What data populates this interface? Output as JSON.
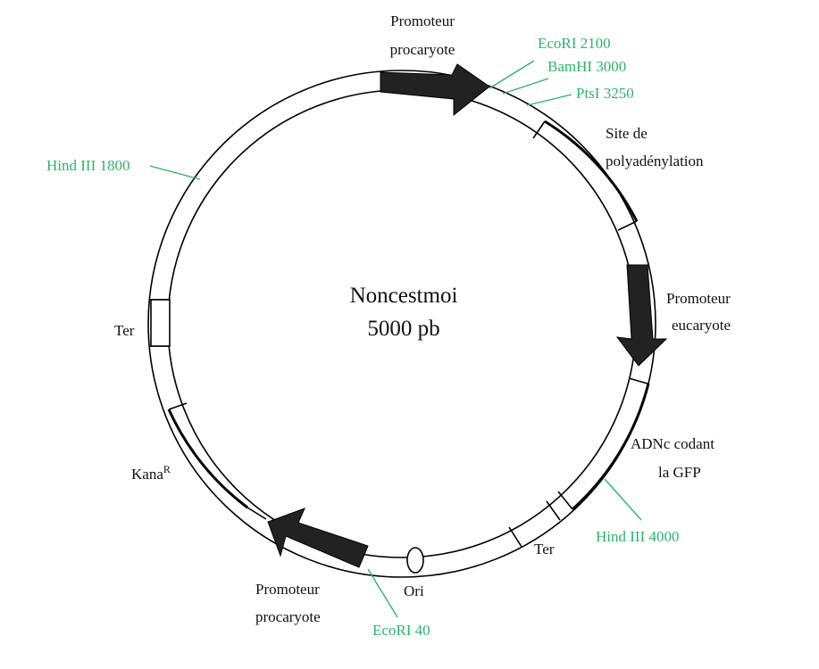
{
  "plasmid": {
    "name": "Noncestmoi",
    "size": "5000 pb"
  },
  "colors": {
    "restriction_site": "#2db36b",
    "outline": "#000000",
    "filled_element": "#222222"
  },
  "labels": {
    "promoter_prok_top_line1": "Promoteur",
    "promoter_prok_top_line2": "procaryote",
    "polyA_line1": "Site de",
    "polyA_line2": "polyadénylation",
    "promoter_euk_line1": "Promoteur",
    "promoter_euk_line2": "eucaryote",
    "gfp_line1": "ADNc codant",
    "gfp_line2": "la GFP",
    "ter_right": "Ter",
    "ori": "Ori",
    "promoter_prok_bottom_line1": "Promoteur",
    "promoter_prok_bottom_line2": "procaryote",
    "kana_base": "Kana",
    "kana_sup": "R",
    "ter_left": "Ter"
  },
  "restriction_sites": {
    "ecori_2100": "EcoRI 2100",
    "bamhi_3000": "BamHI 3000",
    "ptsi_3250": "PtsI 3250",
    "hind_1800": "Hind III 1800",
    "hind_4000": "Hind III 4000",
    "ecori_40": "EcoRI 40"
  }
}
